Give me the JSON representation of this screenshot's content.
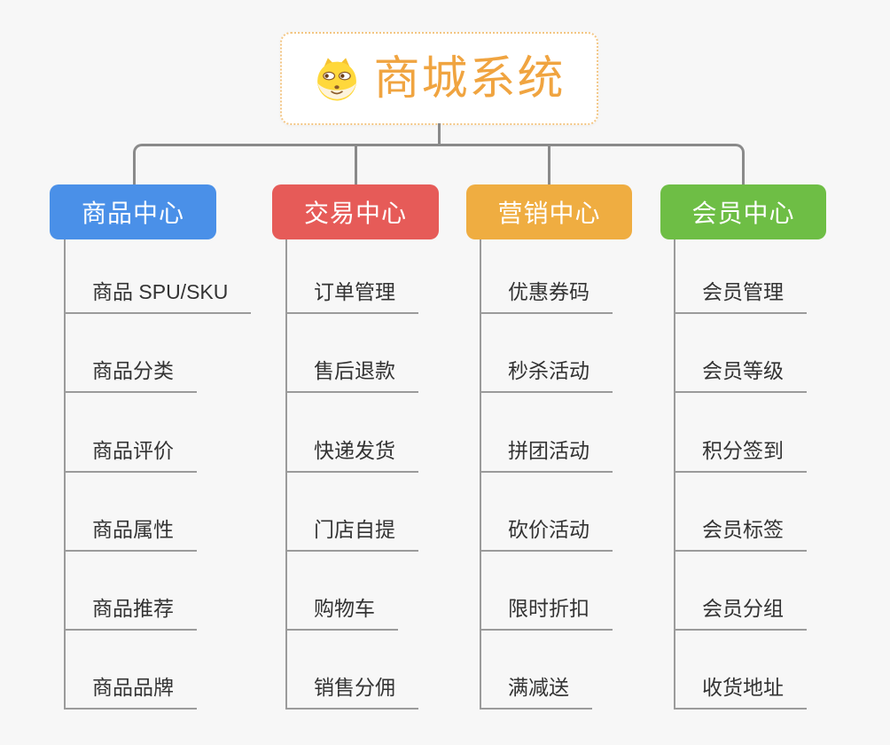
{
  "root": {
    "title": "商城系统",
    "icon": "doge-icon",
    "accent_color": "#F0A440",
    "border_color": "#F3C684"
  },
  "connector_color": "#8A8A8A",
  "branches": [
    {
      "label": "商品中心",
      "color": "#4A90E8",
      "items": [
        "商品 SPU/SKU",
        "商品分类",
        "商品评价",
        "商品属性",
        "商品推荐",
        "商品品牌"
      ]
    },
    {
      "label": "交易中心",
      "color": "#E65B58",
      "items": [
        "订单管理",
        "售后退款",
        "快递发货",
        "门店自提",
        "购物车",
        "销售分佣"
      ]
    },
    {
      "label": "营销中心",
      "color": "#EFAD41",
      "items": [
        "优惠券码",
        "秒杀活动",
        "拼团活动",
        "砍价活动",
        "限时折扣",
        "满减送"
      ]
    },
    {
      "label": "会员中心",
      "color": "#6EBE45",
      "items": [
        "会员管理",
        "会员等级",
        "积分签到",
        "会员标签",
        "会员分组",
        "收货地址"
      ]
    }
  ]
}
